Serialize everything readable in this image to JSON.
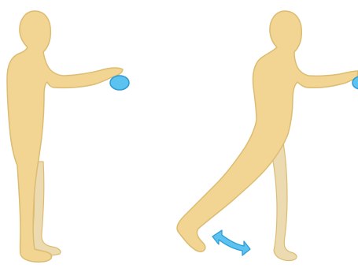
{
  "scene": {
    "background": "#ffffff",
    "figure_fill": "#f2d592",
    "figure_stroke": "#dcbc72",
    "back_leg_fill": "#ecdab0",
    "ball_fill": "#5cc2ef",
    "ball_stroke": "#2c9ad6",
    "arrow_fill": "#5cc2ef",
    "arrow_stroke": "#2c9ad6"
  },
  "panels": [
    {
      "name": "standing-pose",
      "icons": [
        "standing-person",
        "ball"
      ]
    },
    {
      "name": "leg-extension-pose",
      "icons": [
        "leg-swing-person",
        "ball",
        "double-arrow"
      ]
    }
  ]
}
